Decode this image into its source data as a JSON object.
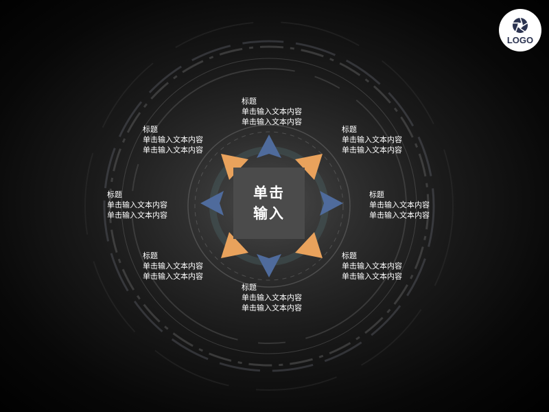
{
  "center": {
    "line1": "单击",
    "line2": "输入"
  },
  "logo": {
    "text": "LOGO",
    "icon": "camera-aperture-icon"
  },
  "colors": {
    "accent_orange": "#e9a25c",
    "accent_blue": "#4f6b9c",
    "center_box": "#4b4b4b"
  },
  "items": [
    {
      "title": "标题",
      "line1": "单击输入文本内容",
      "line2": "单击输入文本内容"
    },
    {
      "title": "标题",
      "line1": "单击输入文本内容",
      "line2": "单击输入文本内容"
    },
    {
      "title": "标题",
      "line1": "单击输入文本内容",
      "line2": "单击输入文本内容"
    },
    {
      "title": "标题",
      "line1": "单击输入文本内容",
      "line2": "单击输入文本内容"
    },
    {
      "title": "标题",
      "line1": "单击输入文本内容",
      "line2": "单击输入文本内容"
    },
    {
      "title": "标题",
      "line1": "单击输入文本内容",
      "line2": "单击输入文本内容"
    },
    {
      "title": "标题",
      "line1": "单击输入文本内容",
      "line2": "单击输入文本内容"
    },
    {
      "title": "标题",
      "line1": "单击输入文本内容",
      "line2": "单击输入文本内容"
    }
  ]
}
